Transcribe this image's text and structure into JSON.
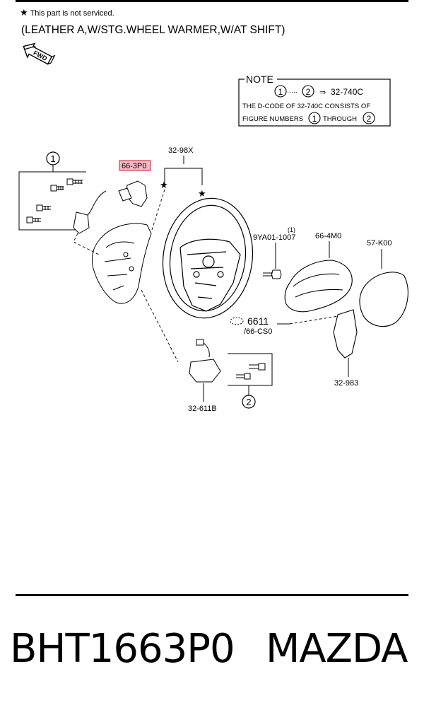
{
  "header": {
    "not_serviced_note": "This part is not serviced.",
    "title": "(LEATHER A,W/STG.WHEEL WARMER,W/AT SHIFT)",
    "fwd_label": "FWD"
  },
  "note_box": {
    "heading": "NOTE",
    "range_start": "1",
    "range_end": "2",
    "range_sep": "·····",
    "arrow": "⇒",
    "target_code": "32-740C",
    "line2": "THE D-CODE OF 32-740C CONSISTS OF",
    "line3_prefix": "FIGURE NUMBERS",
    "line3_mid": "THROUGH",
    "n1": "1",
    "n2": "2"
  },
  "callouts": {
    "group1": "1",
    "group2": "2",
    "p_66_3p0": "66-3P0",
    "p_32_98x": "32-98X",
    "p_9ya01": "9YA01-1007",
    "p_9ya01_sup": "(1)",
    "p_66_4m0": "66-4M0",
    "p_57_k00": "57-K00",
    "p_6611": "6611",
    "p_66_cs0": "/66-CS0",
    "p_32_983": "32-983",
    "p_32_611b": "32-611B"
  },
  "footer": {
    "part_number": "BHT1663P0",
    "brand": "MAZDA"
  },
  "colors": {
    "highlight_fill": "#f4b9c2",
    "highlight_stroke": "#d0404f",
    "line": "#000000"
  }
}
